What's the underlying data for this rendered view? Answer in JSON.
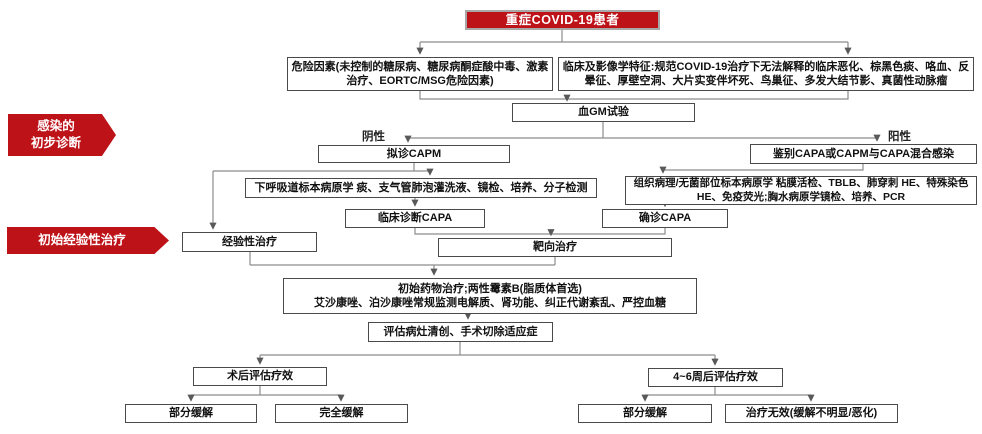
{
  "colors": {
    "accent_red": "#be1219",
    "box_border": "#4a4a4a",
    "connector": "#8c8c8c",
    "arrowhead": "#595959",
    "text": "#111111",
    "background": "#ffffff"
  },
  "stage_labels": {
    "infection_diagnosis_line1": "感染的",
    "infection_diagnosis_line2": "初步诊断",
    "initial_empirical_treatment": "初始经验性治疗"
  },
  "branch_labels": {
    "negative": "阴性",
    "positive": "阳性"
  },
  "nodes": {
    "patient": "重症COVID-19患者",
    "risk_factors": "危险因素(未控制的糖尿病、糖尿病酮症酸中毒、激素治疗、EORTC/MSG危险因素)",
    "clinical_imaging": "临床及影像学特征:规范COVID-19治疗下无法解释的临床恶化、棕黑色痰、咯血、反晕征、厚壁空洞、大片实变伴坏死、鸟巢征、多发大结节影、真菌性动脉瘤",
    "gm_test": "血GM试验",
    "presumed_capm": "拟诊CAPM",
    "differentiate_capa": "鉴别CAPA或CAPM与CAPA混合感染",
    "lower_respiratory": "下呼吸道标本病原学 痰、支气管肺泡灌洗液、镜检、培养、分子检测",
    "histopathology": "组织病理/无菌部位标本病原学 粘膜活检、TBLB、肺穿刺 HE、特殊染色HE、免疫荧光;胸水病原学镜检、培养、PCR",
    "clinical_capa": "临床诊断CAPA",
    "confirmed_capa": "确诊CAPA",
    "empirical_treatment": "经验性治疗",
    "targeted_treatment": "靶向治疗",
    "initial_drug_line1": "初始药物治疗;两性霉素B(脂质体首选)",
    "initial_drug_line2": "艾沙康唑、泊沙康唑常规监测电解质、肾功能、纠正代谢紊乱、严控血糖",
    "evaluate_surgery": "评估病灶清创、手术切除适应症",
    "postop_eval": "术后评估疗效",
    "weeks_eval": "4~6周后评估疗效",
    "partial_remission_left": "部分缓解",
    "complete_remission": "完全缓解",
    "partial_remission_right": "部分缓解",
    "treatment_ineffective": "治疗无效(缓解不明显/恶化)"
  }
}
